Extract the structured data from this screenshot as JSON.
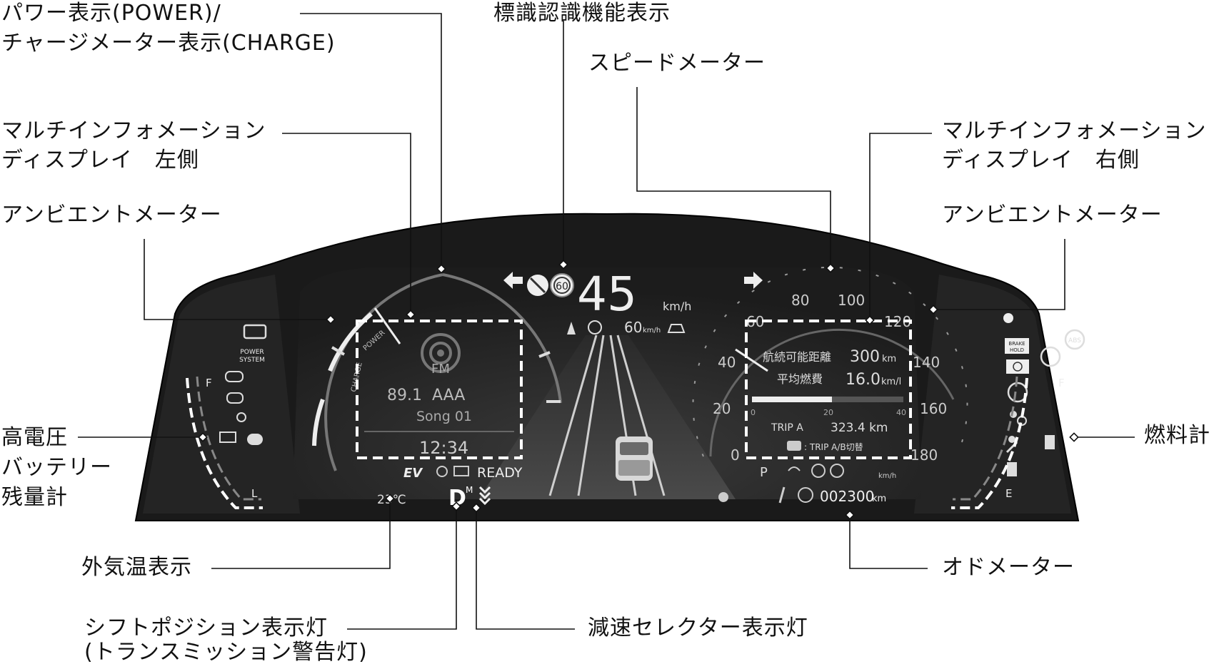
{
  "callouts": {
    "power_charge": [
      "パワー表示(POWER)/",
      "チャージメーター表示(CHARGE)"
    ],
    "sign_recognition": "標識認識機能表示",
    "speedometer": "スピードメーター",
    "mid_left": [
      "マルチインフォメーション",
      "ディスプレイ　左側"
    ],
    "mid_right": [
      "マルチインフォメーション",
      "ディスプレイ　右側"
    ],
    "ambient_left": "アンビエントメーター",
    "ambient_right": "アンビエントメーター",
    "hv_battery": [
      "高電圧",
      "バッテリー",
      "残量計"
    ],
    "fuel_gauge": "燃料計",
    "outside_temp": "外気温表示",
    "odometer": "オドメーター",
    "shift_position": [
      "シフトポジション表示灯",
      "(トランスミッション警告灯)"
    ],
    "decel_selector": "減速セレクター表示灯"
  },
  "cluster": {
    "speed": "45",
    "speed_unit": "km/h",
    "set_speed": "60",
    "set_speed_unit": "km/h",
    "sign_speed_limit": "60",
    "radio_band": "FM",
    "radio_station": "89.1  AAA",
    "song": "Song 01",
    "clock": "12:34",
    "ev_label": "EV",
    "ready_label": "READY",
    "outside_temp": "23℃",
    "shift_letter": "D",
    "shift_mode": "M",
    "power_label": "POWER",
    "charge_label": "CHARGE",
    "power_system_label": [
      "POWER",
      "SYSTEM"
    ],
    "brake_hold_label": [
      "BRAKE",
      "HOLD"
    ],
    "abs_label": "ABS",
    "park_label": "P",
    "fuel_f": "F",
    "fuel_e": "E",
    "battery_f": "F",
    "battery_l": "L",
    "speed_scale": [
      "0",
      "20",
      "40",
      "60",
      "80",
      "100",
      "120",
      "140",
      "160",
      "180"
    ],
    "range_label": "航続可能距離",
    "range_value": "300",
    "range_unit": "km",
    "avg_fuel_label": "平均燃費",
    "avg_fuel_value": "16.0",
    "avg_fuel_unit": "km/l",
    "bar_scale": [
      "0",
      "20",
      "40"
    ],
    "trip_label": "TRIP A",
    "trip_value": "323.4 km",
    "trip_switch": ": TRIP A/B切替",
    "odo_value": "002300",
    "odo_unit": "km",
    "small_kmh": "km/h"
  }
}
